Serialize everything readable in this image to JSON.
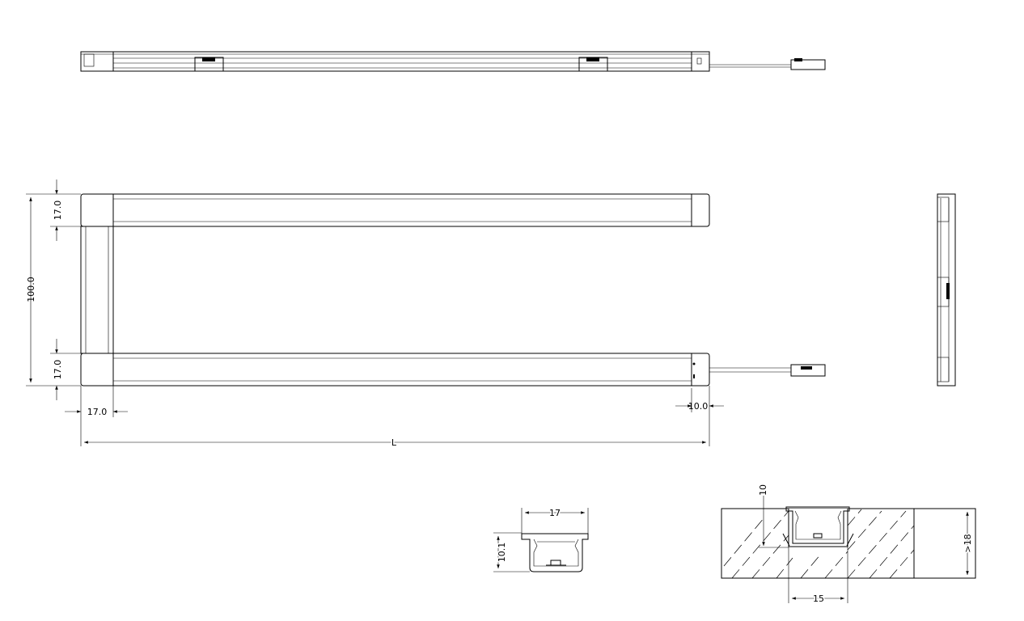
{
  "drawing": {
    "dimensions": {
      "top_bar_height": "17.0",
      "overall_height": "100.0",
      "bottom_bar_height": "17.0",
      "side_bar_width": "17.0",
      "end_cap_offset": "10.0",
      "length": "L"
    },
    "profile_section": {
      "width": "17",
      "height": "10.1"
    },
    "installation_section": {
      "recess_depth": "10",
      "groove_width": "15",
      "panel_thickness": ">18"
    }
  }
}
